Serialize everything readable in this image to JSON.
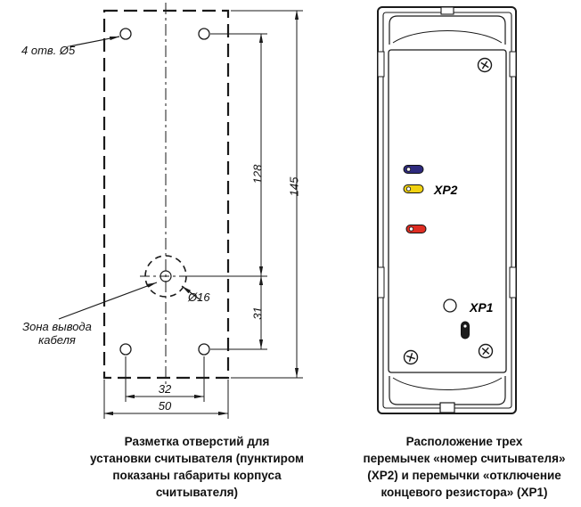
{
  "left_drawing": {
    "holes_note": "4 отв. Ø5",
    "cable_zone_label": "Зона вывода\nкабеля",
    "cable_hole_diameter": "Ø16",
    "dimensions": {
      "hole_spacing_vertical": "128",
      "body_height": "145",
      "cable_center_offset": "31",
      "hole_spacing_horizontal": "32",
      "body_width": "50"
    },
    "caption": "Разметка отверстий для\nустановки считывателя (пунктиром\nпоказаны габариты корпуса\nсчитывателя)"
  },
  "right_drawing": {
    "jumper_group_label": "ХР2",
    "resistor_jumper_label": "ХР1",
    "jumper_colors": {
      "top": "#2e2a7d",
      "middle": "#f0d111",
      "bottom": "#df2d23",
      "xp1": "#1c1c1c"
    },
    "caption": "Расположение трех\nперемычек «номер считывателя»\n(ХР2) и перемычки «отключение\nконцевого резистора» (ХР1)"
  }
}
